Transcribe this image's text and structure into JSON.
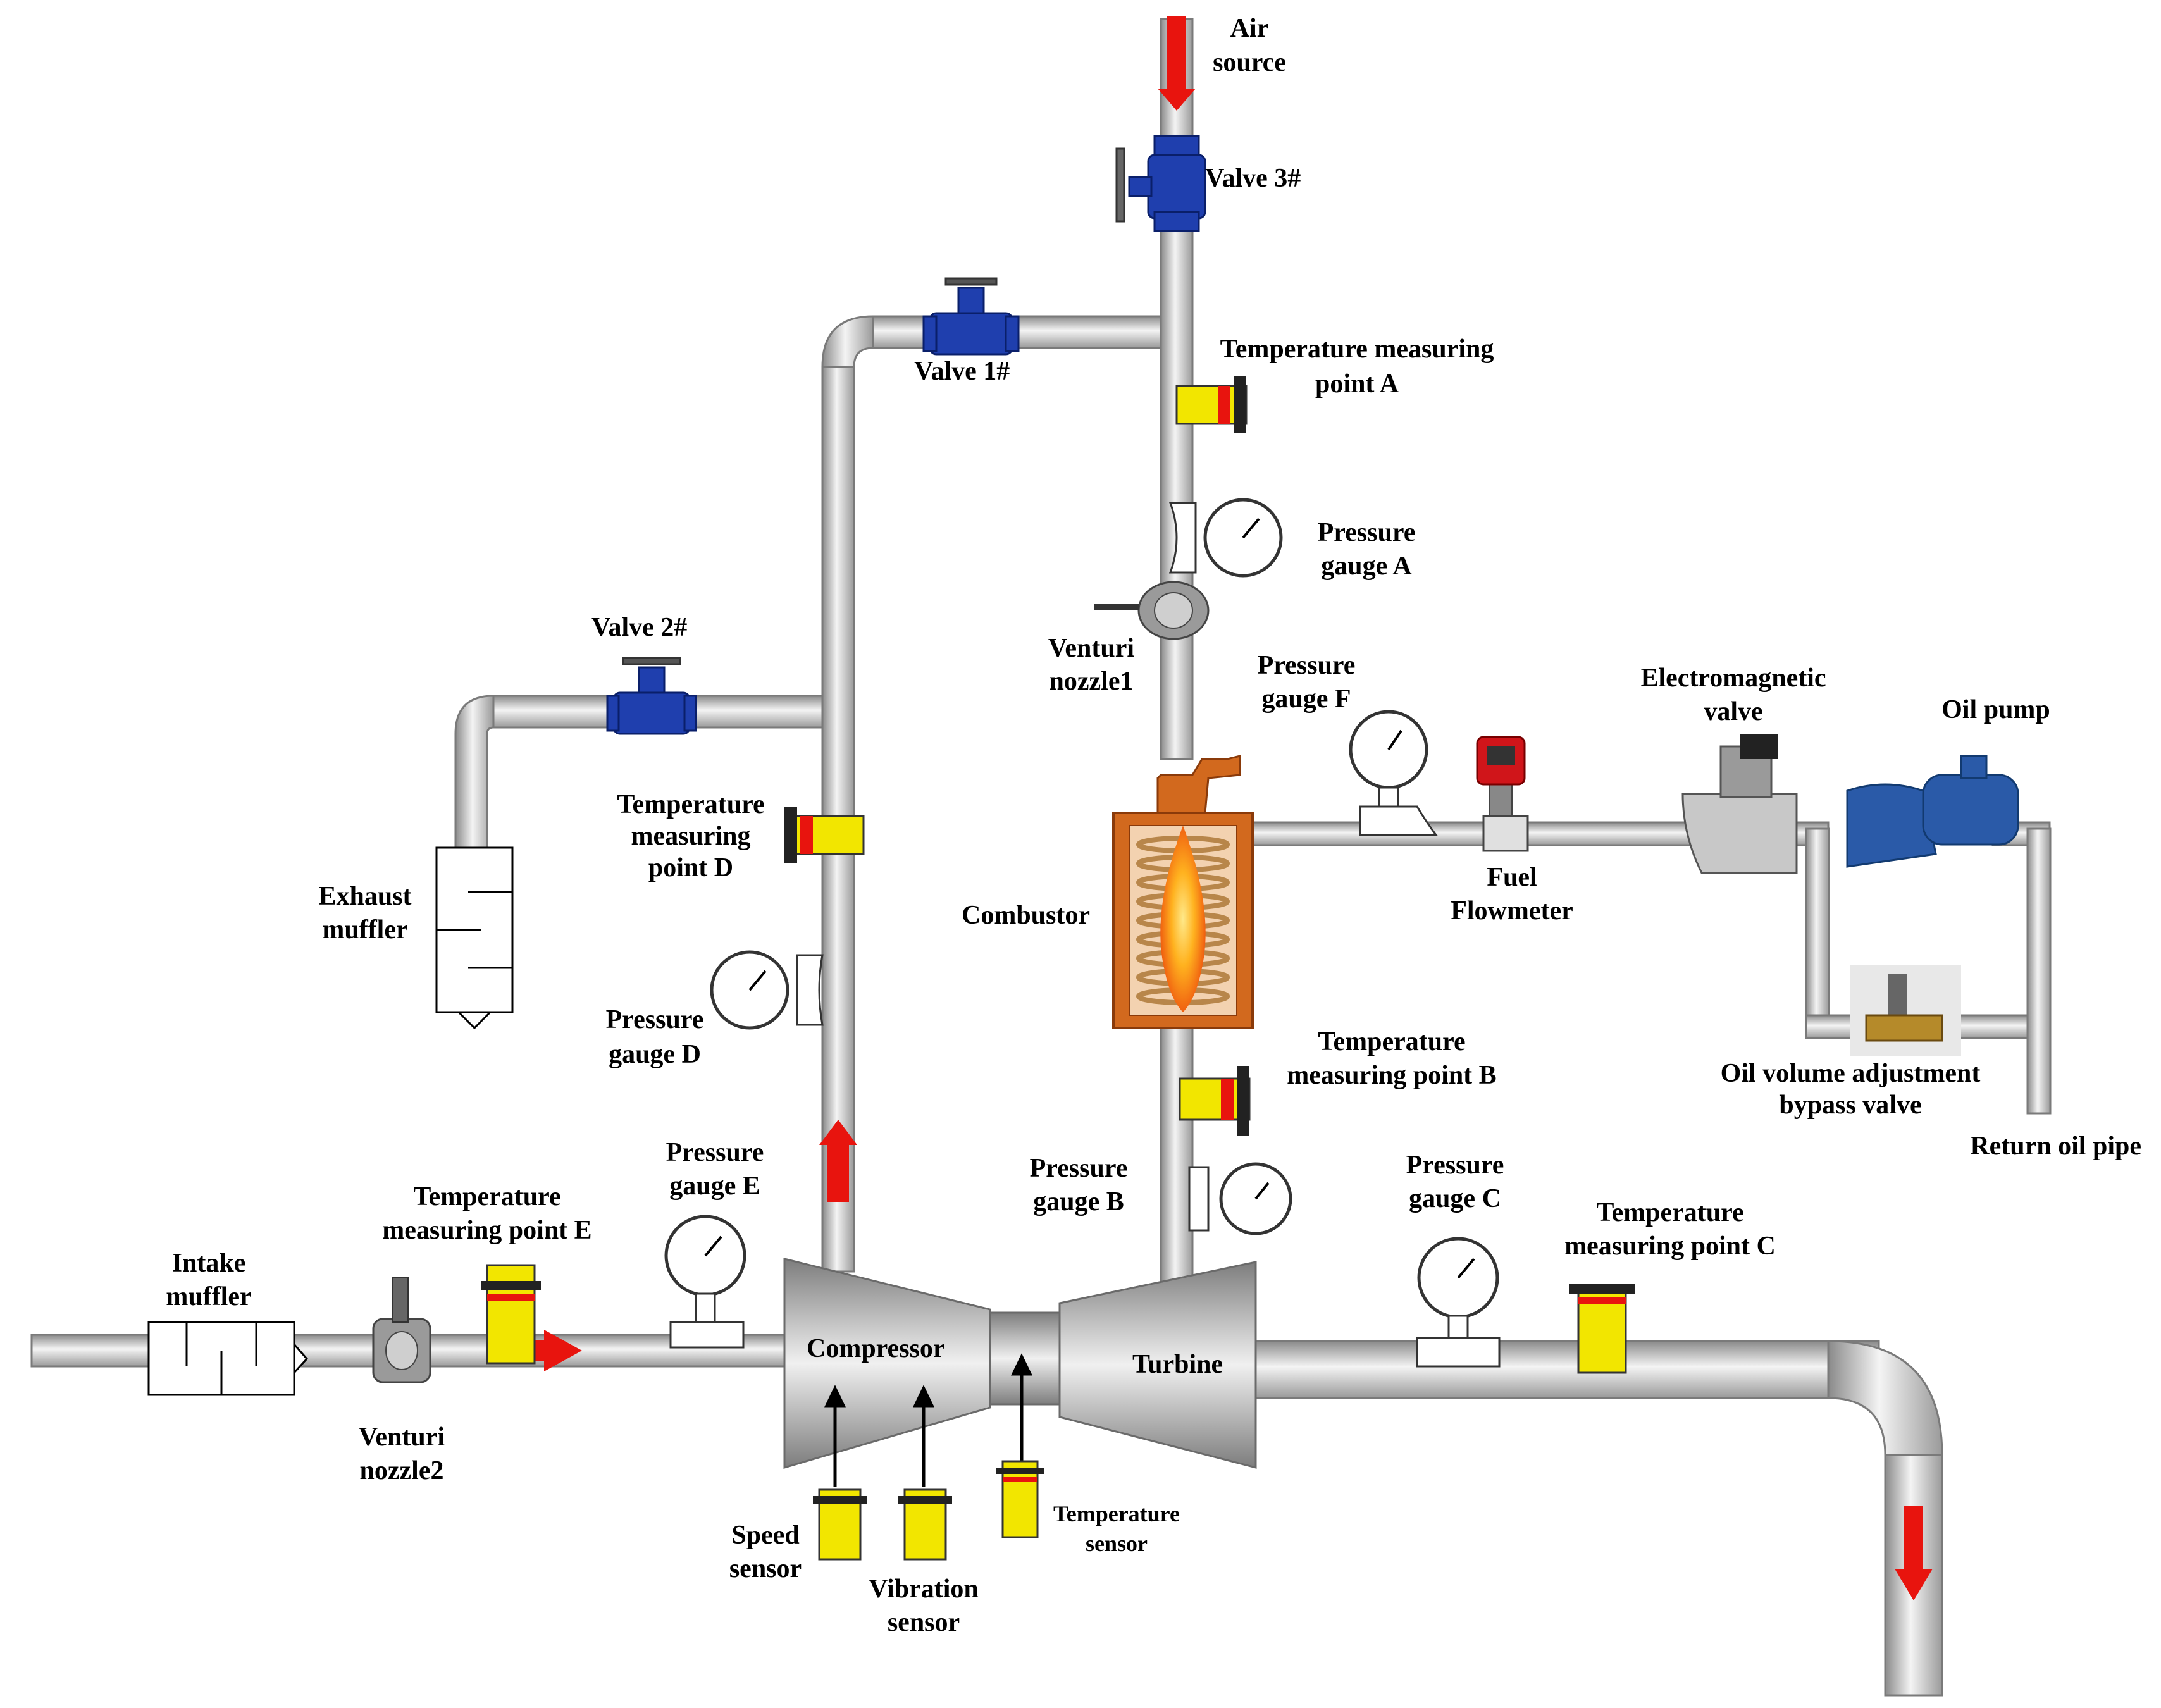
{
  "labels": {
    "air_source": [
      "Air",
      "source"
    ],
    "valve3": "Valve 3#",
    "valve1": "Valve 1#",
    "valve2": "Valve 2#",
    "temp_a": [
      "Temperature measuring",
      "point A"
    ],
    "pressure_a": [
      "Pressure",
      "gauge A"
    ],
    "venturi1": [
      "Venturi",
      "nozzle1"
    ],
    "pressure_f": [
      "Pressure",
      "gauge F"
    ],
    "electromagnetic": [
      "Electromagnetic",
      "valve"
    ],
    "oil_pump": "Oil pump",
    "temp_d": [
      "Temperature",
      "measuring",
      "point D"
    ],
    "exhaust_muffler": [
      "Exhaust",
      "muffler"
    ],
    "combustor": "Combustor",
    "fuel_flowmeter": [
      "Fuel",
      "Flowmeter"
    ],
    "pressure_d": [
      "Pressure",
      "gauge D"
    ],
    "temp_b": [
      "Temperature",
      "measuring point B"
    ],
    "oil_bypass": [
      "Oil volume adjustment",
      "bypass valve"
    ],
    "return_oil": "Return oil pipe",
    "pressure_e": [
      "Pressure",
      "gauge E"
    ],
    "pressure_b": [
      "Pressure",
      "gauge B"
    ],
    "pressure_c": [
      "Pressure",
      "gauge C"
    ],
    "temp_e": [
      "Temperature",
      "measuring point E"
    ],
    "temp_c": [
      "Temperature",
      "measuring point C"
    ],
    "intake_muffler": [
      "Intake",
      "muffler"
    ],
    "compressor": "Compressor",
    "turbine": "Turbine",
    "venturi2": [
      "Venturi",
      "nozzle2"
    ],
    "speed_sensor": [
      "Speed",
      "sensor"
    ],
    "vibration_sensor": [
      "Vibration",
      "sensor"
    ],
    "temperature_sensor": [
      "Temperature",
      "sensor"
    ]
  },
  "colors": {
    "pipe": "#c8c8c8",
    "pipe_edge": "#7a7a7a",
    "valve": "#1f3fae",
    "sensor": "#f2e600",
    "sensor_dark": "#222222",
    "flow_arrow": "#e8140e",
    "combustor": "#c8581a",
    "flame": "#f07a10"
  }
}
